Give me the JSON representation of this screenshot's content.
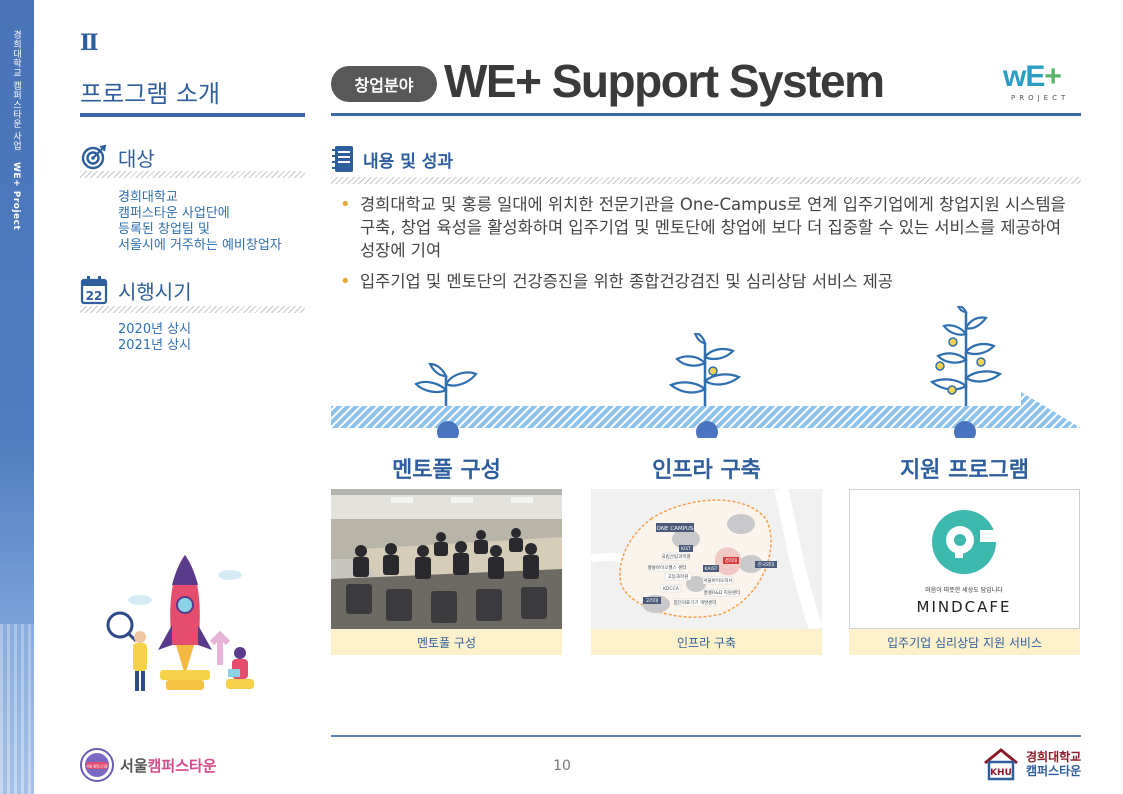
{
  "sidebar": {
    "strip_text": "경희대학교 캠퍼스타운 사업",
    "strip_text_bold": "WE+ Project"
  },
  "section": {
    "numeral": "Ⅱ",
    "title": "프로그램 소개"
  },
  "target": {
    "heading": "대상",
    "lines": [
      "경희대학교",
      "캠퍼스타운 사업단에",
      "등록된 창업팀 및",
      "서울시에 거주하는 예비창업자"
    ]
  },
  "period": {
    "heading": "시행시기",
    "calendar_day": "22",
    "lines": [
      "2020년 상시",
      "2021년 상시"
    ]
  },
  "header": {
    "category_pill": "창업분야",
    "title": "WE+ Support System",
    "logo_main_a": "wE",
    "logo_main_b": "+",
    "logo_sub": "PROJECT"
  },
  "content": {
    "heading": "내용 및 성과",
    "bullets": [
      "경희대학교 및 홍릉 일대에 위치한 전문기관을 One-Campus로 연계 입주기업에게 창업지원 시스템을 구축, 창업 육성을 활성화하며 입주기업 및 멘토단에 창업에 보다 더 집중할 수 있는 서비스를 제공하여 성장에 기여",
      "입주기업 및 멘토단의 건강증진을 위한 종합건강검진 및 심리상담 서비스 제공"
    ]
  },
  "stages": [
    {
      "title": "멘토풀 구성",
      "caption": "멘토풀 구성"
    },
    {
      "title": "인프라 구축",
      "caption": "인프라 구축"
    },
    {
      "title": "지원 프로그램",
      "caption": "입주기업 심리상담 지원 서비스"
    }
  ],
  "map_labels": {
    "one_campus": "ONE CAMPUS",
    "pins": [
      "경희대",
      "KIST",
      "국립산림과학원",
      "홍릉바이오헬스 센터",
      "KAIST",
      "고등과학원",
      "서울바이오허브",
      "한국외대",
      "KDCCA",
      "홍릉R&D 지원센터",
      "고려대",
      "첨단의료기기 개발센터"
    ]
  },
  "mindcafe": {
    "tagline": "마음이 따뜻한 세상도 담입니다",
    "name": "MINDCAFE"
  },
  "footer": {
    "page_number": "10",
    "seoul_badge": "서울 캠퍼스타운",
    "seoul_logo_a": "서울",
    "seoul_logo_b": "캠퍼스타운",
    "khu_mark": "KHU",
    "khu_line1": "경희대학교",
    "khu_line2": "캠퍼스타운"
  },
  "colors": {
    "primary": "#2f5e9e",
    "accent_bullet": "#e8a63c",
    "caption_bg": "#fdf1cc",
    "pill_bg": "#585858"
  }
}
